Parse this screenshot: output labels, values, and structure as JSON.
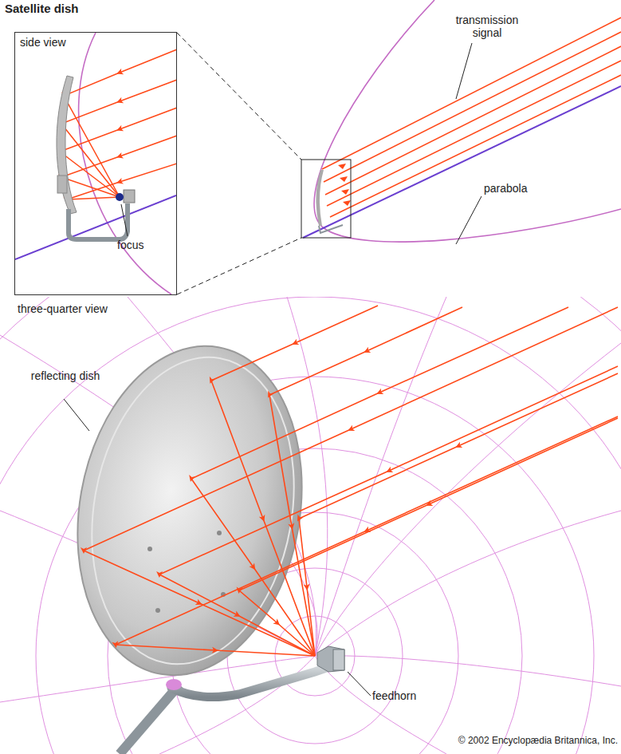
{
  "diagram": {
    "title": "Satellite dish",
    "nodes": [
      {
        "text": [
          "side view",
          "focus"
        ]
      }
    ],
    "labels": [
      "transmission signal",
      "parabola",
      "three-quarter view",
      "reflecting dish",
      "feedhorn",
      "© 2002 Encyclopædia Britannica, Inc."
    ]
  }
}
